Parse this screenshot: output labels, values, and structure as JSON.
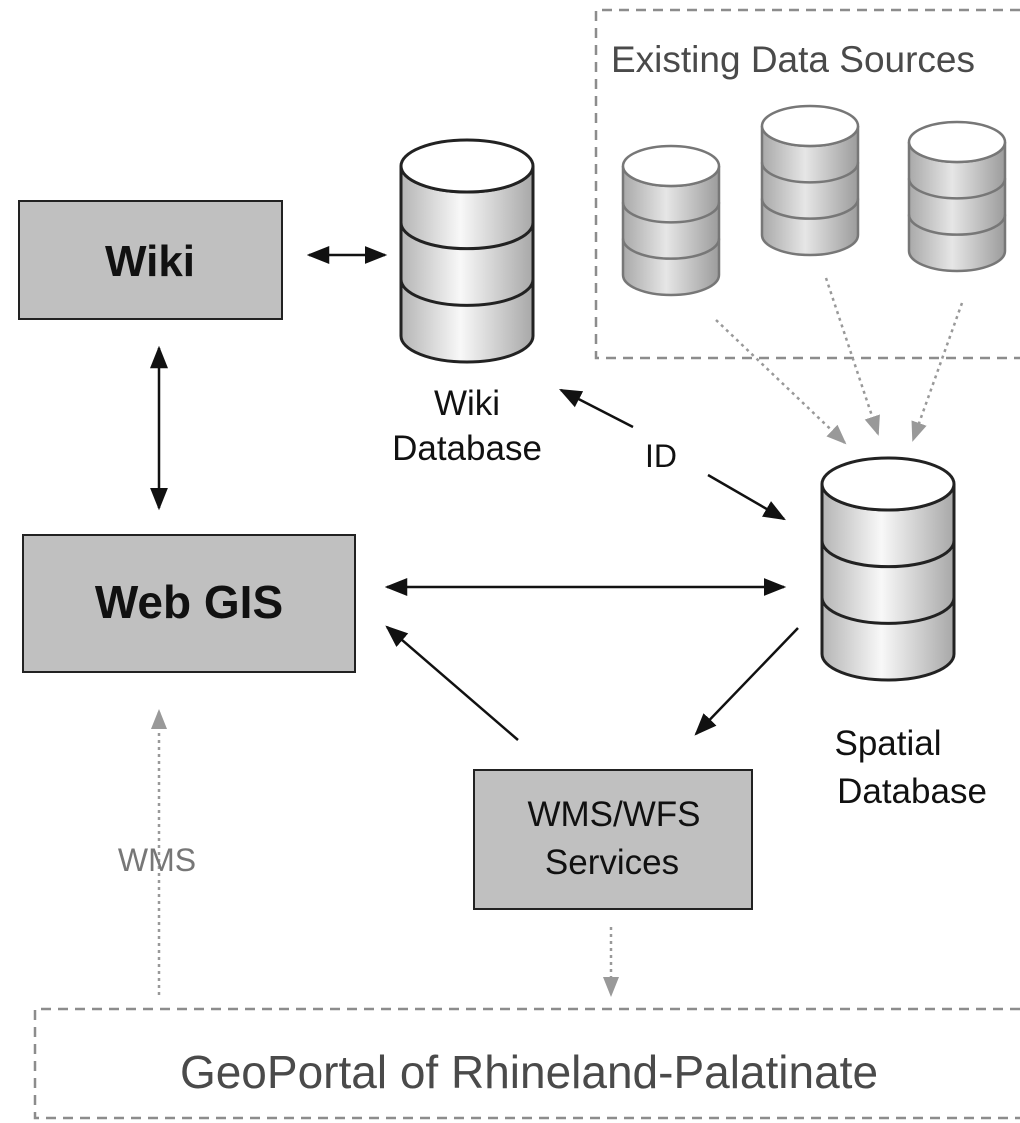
{
  "existing_sources": {
    "title": "Existing Data Sources",
    "count": 3
  },
  "wiki": {
    "label": "Wiki"
  },
  "web_gis": {
    "label": "Web GIS"
  },
  "wiki_database": {
    "line1": "Wiki",
    "line2": "Database"
  },
  "spatial_database": {
    "line1": "Spatial",
    "line2": "Database"
  },
  "services": {
    "line1": "WMS/WFS",
    "line2": "Services"
  },
  "geoportal": {
    "label": "GeoPortal of Rhineland-Palatinate"
  },
  "edge_labels": {
    "id": "ID",
    "wms": "WMS"
  },
  "colors": {
    "box_fill": "#c0c0c0",
    "box_stroke": "#222222",
    "dashed_border": "#8c8c8c",
    "source_db_stroke": "#777777",
    "dotted_arrow": "#999999",
    "solid_arrow": "#111111"
  }
}
